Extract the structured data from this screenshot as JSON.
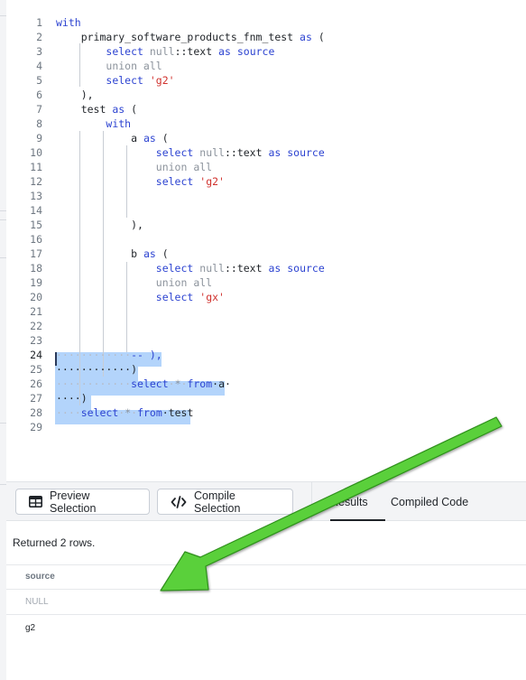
{
  "editor": {
    "lines": [
      {
        "n": "1",
        "parts": [
          [
            "with",
            "kw"
          ]
        ]
      },
      {
        "n": "2",
        "parts": [
          [
            "    primary_software_products_fnm_test ",
            ""
          ],
          [
            "as",
            "kw"
          ],
          [
            " (",
            ""
          ]
        ]
      },
      {
        "n": "3",
        "parts": [
          [
            "        ",
            ""
          ],
          [
            "select",
            "kw"
          ],
          [
            " ",
            ""
          ],
          [
            "null",
            "cm"
          ],
          [
            "::text ",
            ""
          ],
          [
            "as",
            "kw"
          ],
          [
            " ",
            ""
          ],
          [
            "source",
            "kw"
          ]
        ]
      },
      {
        "n": "4",
        "parts": [
          [
            "        ",
            ""
          ],
          [
            "union all",
            "cm"
          ]
        ]
      },
      {
        "n": "5",
        "parts": [
          [
            "        ",
            ""
          ],
          [
            "select",
            "kw"
          ],
          [
            " ",
            ""
          ],
          [
            "'g2'",
            "st"
          ]
        ]
      },
      {
        "n": "6",
        "parts": [
          [
            "    ),",
            ""
          ]
        ]
      },
      {
        "n": "7",
        "parts": [
          [
            "    test ",
            ""
          ],
          [
            "as",
            "kw"
          ],
          [
            " (",
            ""
          ]
        ]
      },
      {
        "n": "8",
        "parts": [
          [
            "        ",
            ""
          ],
          [
            "with",
            "kw"
          ]
        ]
      },
      {
        "n": "9",
        "parts": [
          [
            "            a ",
            ""
          ],
          [
            "as",
            "kw"
          ],
          [
            " (",
            ""
          ]
        ]
      },
      {
        "n": "10",
        "parts": [
          [
            "                ",
            ""
          ],
          [
            "select",
            "kw"
          ],
          [
            " ",
            ""
          ],
          [
            "null",
            "cm"
          ],
          [
            "::text ",
            ""
          ],
          [
            "as",
            "kw"
          ],
          [
            " ",
            ""
          ],
          [
            "source",
            "kw"
          ]
        ]
      },
      {
        "n": "11",
        "parts": [
          [
            "                ",
            ""
          ],
          [
            "union all",
            "cm"
          ]
        ]
      },
      {
        "n": "12",
        "parts": [
          [
            "                ",
            ""
          ],
          [
            "select",
            "kw"
          ],
          [
            " ",
            ""
          ],
          [
            "'g2'",
            "st"
          ]
        ]
      },
      {
        "n": "13",
        "parts": []
      },
      {
        "n": "14",
        "parts": []
      },
      {
        "n": "15",
        "parts": [
          [
            "            ),",
            ""
          ]
        ]
      },
      {
        "n": "16",
        "parts": []
      },
      {
        "n": "17",
        "parts": [
          [
            "            b ",
            ""
          ],
          [
            "as",
            "kw"
          ],
          [
            " (",
            ""
          ]
        ]
      },
      {
        "n": "18",
        "parts": [
          [
            "                ",
            ""
          ],
          [
            "select",
            "kw"
          ],
          [
            " ",
            ""
          ],
          [
            "null",
            "cm"
          ],
          [
            "::text ",
            ""
          ],
          [
            "as",
            "kw"
          ],
          [
            " ",
            ""
          ],
          [
            "source",
            "kw"
          ]
        ]
      },
      {
        "n": "19",
        "parts": [
          [
            "                ",
            ""
          ],
          [
            "union all",
            "cm"
          ]
        ]
      },
      {
        "n": "20",
        "parts": [
          [
            "                ",
            ""
          ],
          [
            "select",
            "kw"
          ],
          [
            " ",
            ""
          ],
          [
            "'gx'",
            "st"
          ]
        ]
      },
      {
        "n": "21",
        "parts": []
      },
      {
        "n": "22",
        "parts": []
      },
      {
        "n": "23",
        "parts": []
      },
      {
        "n": "24",
        "parts": [
          [
            "············",
            "ws"
          ],
          [
            "-- ),",
            "kw"
          ]
        ]
      },
      {
        "n": "25",
        "parts": [
          [
            "············)",
            ""
          ]
        ]
      },
      {
        "n": "26",
        "parts": [
          [
            "············",
            "ws"
          ],
          [
            "select",
            "kw"
          ],
          [
            "·",
            "ws"
          ],
          [
            "*",
            "cm"
          ],
          [
            "·",
            "ws"
          ],
          [
            "from",
            "kw"
          ],
          [
            "·a·",
            ""
          ]
        ]
      },
      {
        "n": "27",
        "parts": [
          [
            "····)",
            ""
          ]
        ]
      },
      {
        "n": "28",
        "parts": [
          [
            "····",
            "ws"
          ],
          [
            "select",
            "kw"
          ],
          [
            "·",
            "ws"
          ],
          [
            "*",
            "cm"
          ],
          [
            "·",
            "ws"
          ],
          [
            "from",
            "kw"
          ],
          [
            "·test",
            ""
          ]
        ]
      },
      {
        "n": "29",
        "parts": []
      }
    ],
    "active_line": "24"
  },
  "toolbar": {
    "preview_label": "Preview Selection",
    "compile_label": "Compile Selection",
    "tabs": [
      {
        "label": "Results",
        "active": true
      },
      {
        "label": "Compiled Code",
        "active": false
      }
    ]
  },
  "results": {
    "row_count_text": "Returned 2 rows.",
    "columns": [
      "source"
    ],
    "rows": [
      [
        "NULL"
      ],
      [
        "g2"
      ]
    ]
  },
  "colors": {
    "keyword": "#2c43d1",
    "string": "#d0312d",
    "selection": "#b3d4fb",
    "annotation_arrow": "#5ad03a"
  },
  "icons": {
    "preview": "table-grid-icon",
    "compile": "code-brackets-icon",
    "annotation": "green-arrow"
  }
}
